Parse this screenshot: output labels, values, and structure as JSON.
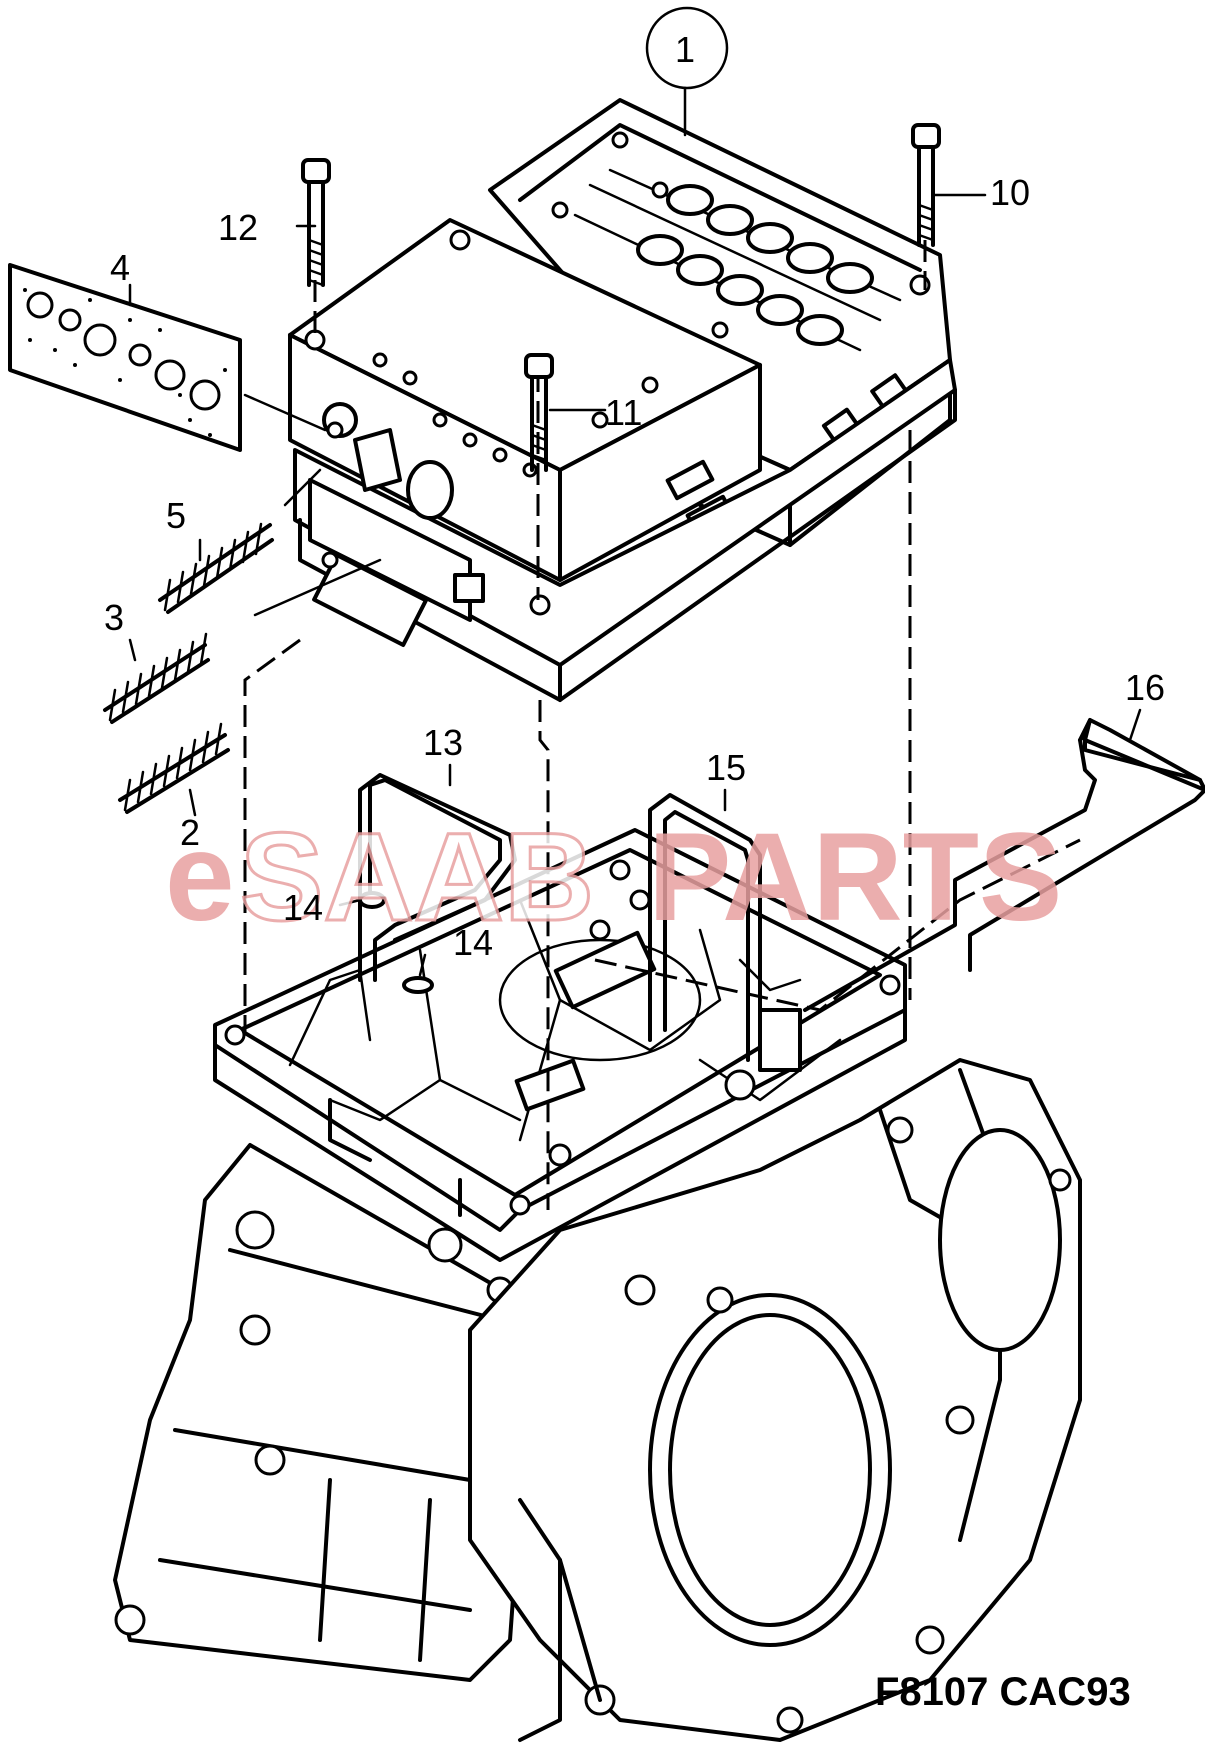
{
  "callouts": {
    "c1": "1",
    "c2": "2",
    "c3": "3",
    "c4": "4",
    "c5": "5",
    "c10": "10",
    "c11": "11",
    "c12": "12",
    "c13": "13",
    "c14a": "14",
    "c14b": "14",
    "c15": "15",
    "c16": "16"
  },
  "figure_code": "F8107 CAC93",
  "watermark": {
    "prefix": "e",
    "middle": "SAAB",
    "suffix": "PARTS",
    "color": "#e8a0a0"
  }
}
